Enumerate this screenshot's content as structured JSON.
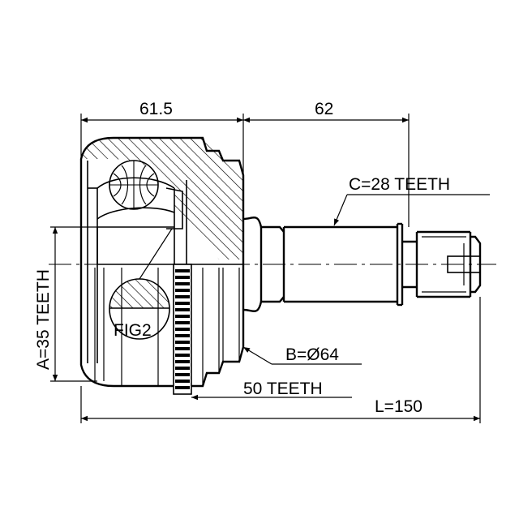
{
  "drawing": {
    "dim_top_left": "61.5",
    "dim_top_right": "62",
    "spline_c": "C=28 TEETH",
    "spline_a": "A=35 TEETH",
    "diameter_b": "B=Ø64",
    "abs_teeth": "50 TEETH",
    "length_l": "L=150",
    "fig_label": "FIG2"
  },
  "colors": {
    "line": "#000000",
    "background": "#ffffff"
  }
}
